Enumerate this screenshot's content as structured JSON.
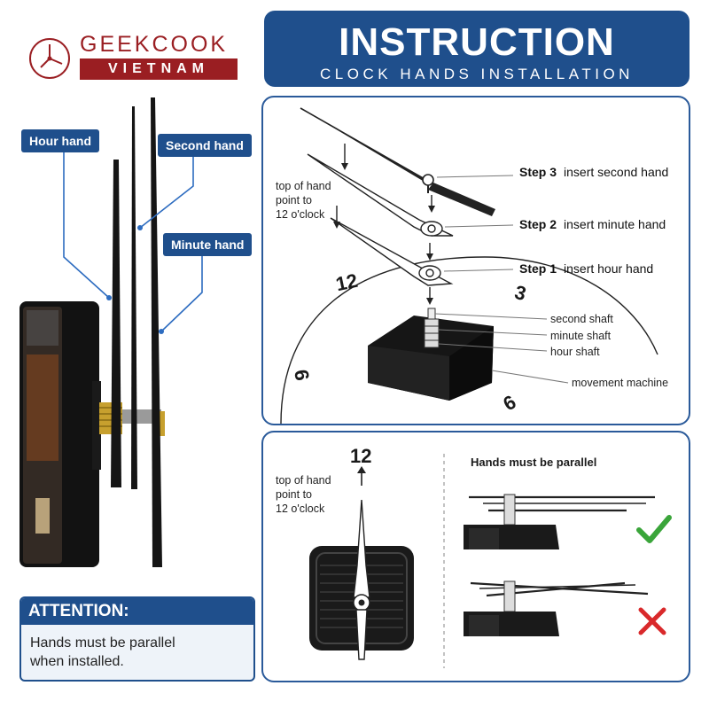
{
  "brand": {
    "name_top": "GEEKCOOK",
    "name_bottom": "VIETNAM"
  },
  "banner": {
    "title": "INSTRUCTION",
    "subtitle": "CLOCK HANDS INSTALLATION"
  },
  "callouts": {
    "hour_hand": "Hour hand",
    "second_hand": "Second hand",
    "minute_hand": "Minute hand"
  },
  "install_panel": {
    "note_line1": "top of hand",
    "note_line2": "point to",
    "note_line3": "12 o'clock",
    "steps": [
      {
        "step": "Step 3",
        "text": "insert second hand"
      },
      {
        "step": "Step 2",
        "text": "insert minute hand"
      },
      {
        "step": "Step 1",
        "text": "insert hour hand"
      }
    ],
    "parts": [
      "second shaft",
      "minute shaft",
      "hour shaft",
      "movement machine"
    ],
    "dial_numbers": {
      "twelve": "12",
      "three": "3",
      "six": "6",
      "nine": "9"
    }
  },
  "parallel_panel": {
    "twelve": "12",
    "note_line1": "top of hand",
    "note_line2": "point to",
    "note_line3": "12 o'clock",
    "title": "Hands must be parallel",
    "check_color": "#3aa53a",
    "cross_color": "#d9292b"
  },
  "attention": {
    "title": "ATTENTION:",
    "line1": "Hands must be parallel",
    "line2": "when installed."
  },
  "colors": {
    "brand_red": "#9a1e22",
    "navy": "#1f4f8c",
    "accent_line": "#2d6cc0"
  }
}
